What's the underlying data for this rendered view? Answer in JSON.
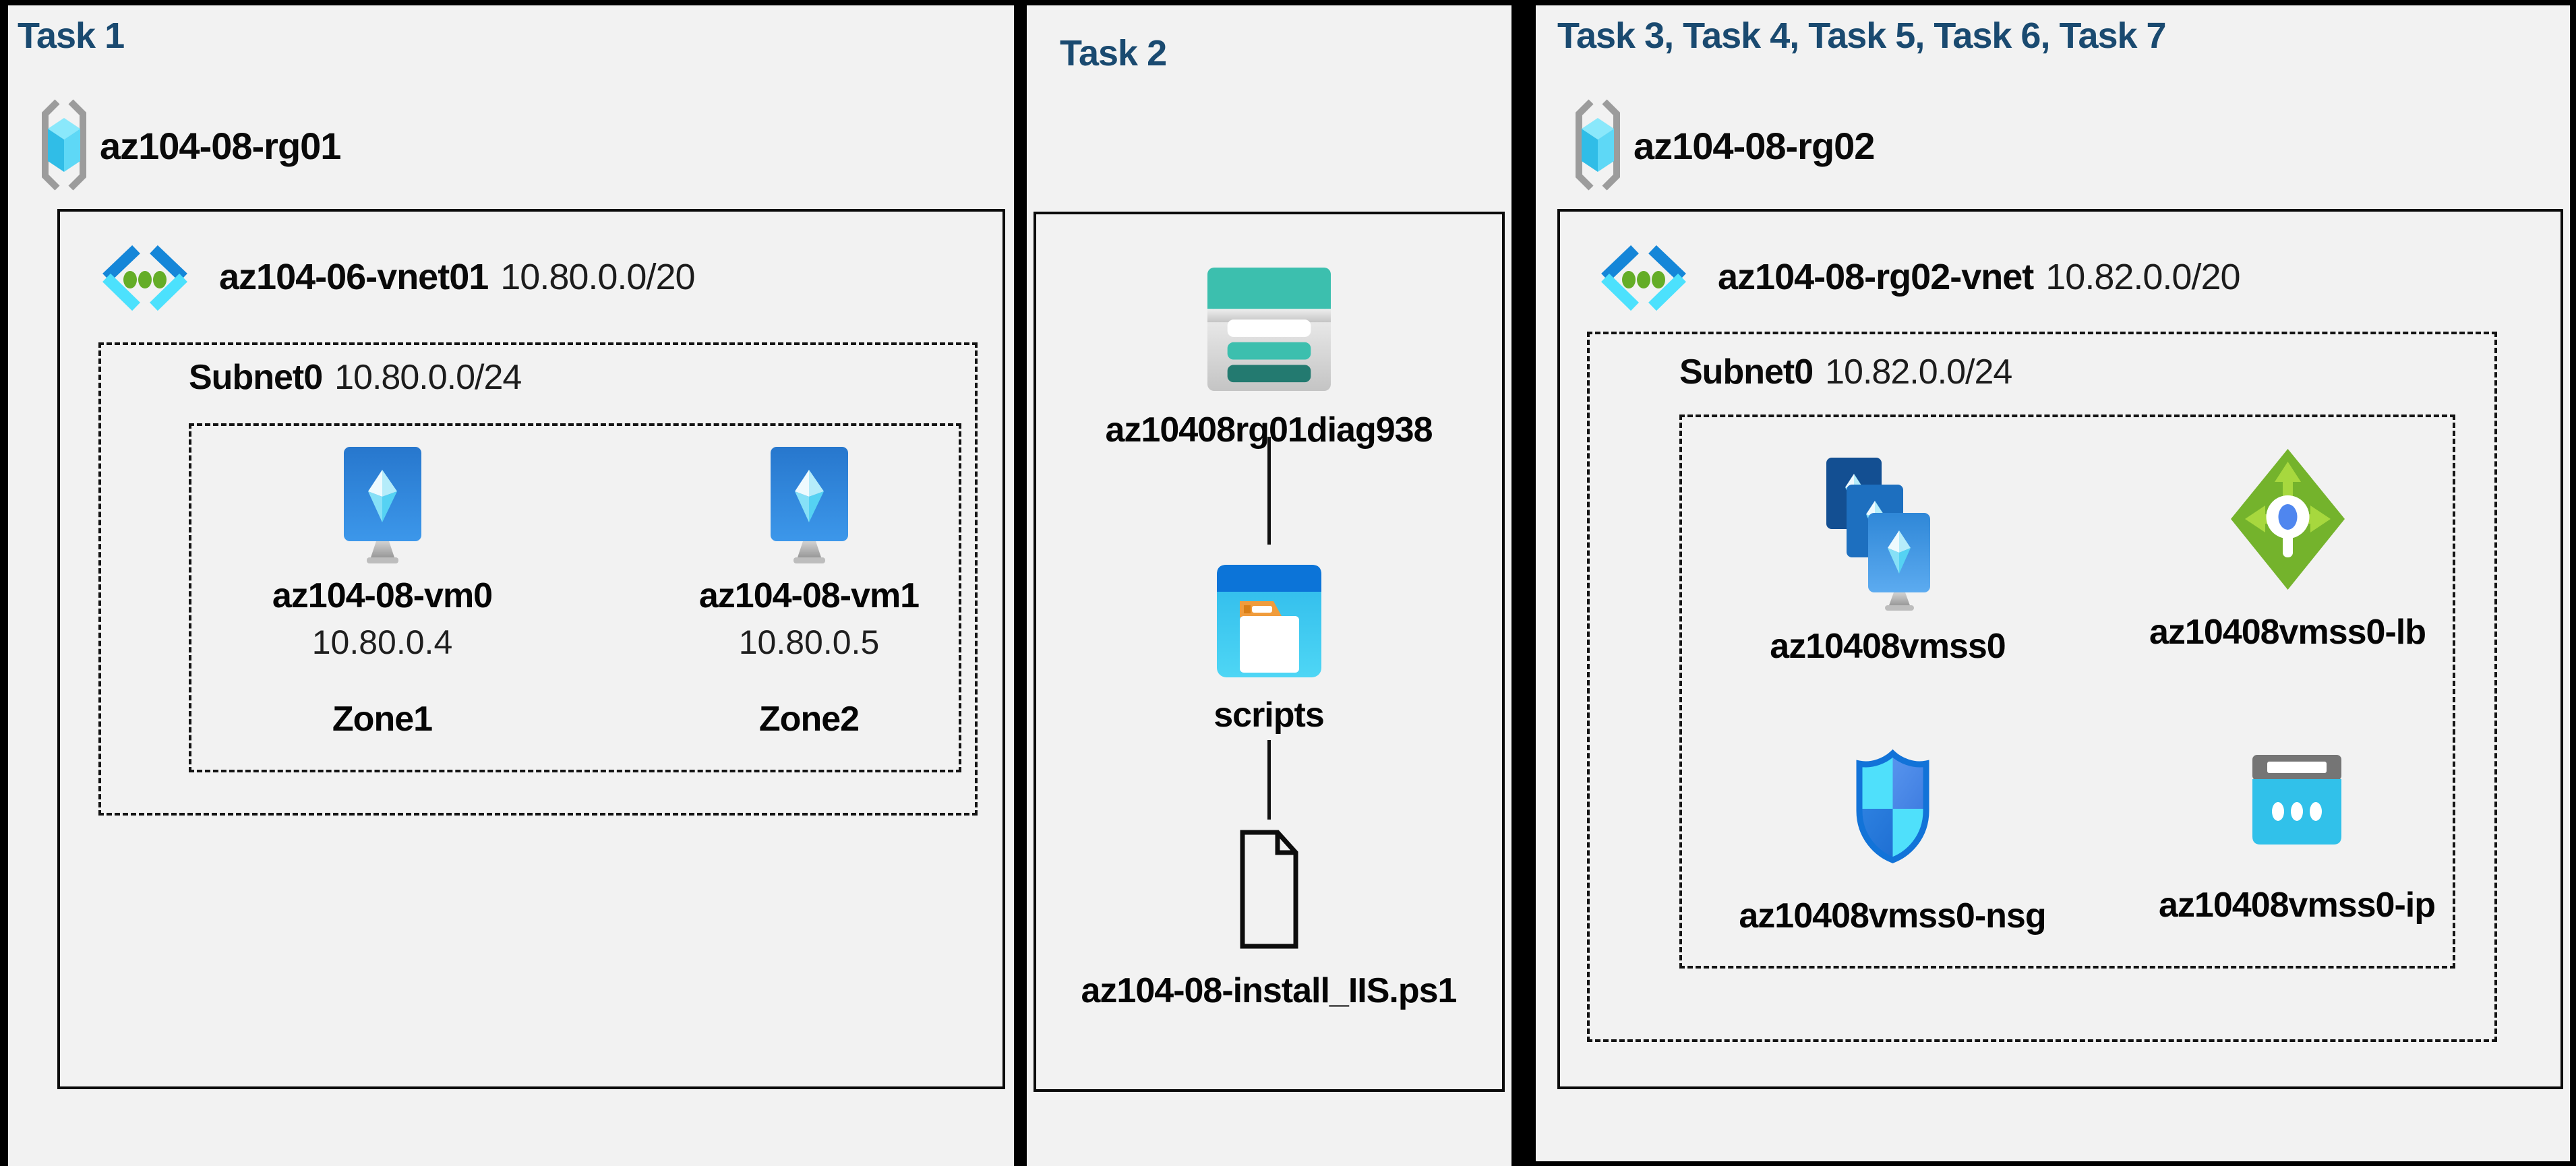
{
  "colors": {
    "background": "#000000",
    "panel": "#f2f2f2",
    "heading": "#1a4a70",
    "line": "#0d0d0d",
    "azure_blue": "#1586d8",
    "azure_cyan": "#4ce1fd",
    "green_dot": "#64ad27",
    "vm_blue": "#2777cd",
    "teal": "#3cbfae",
    "teal_dark": "#237a70",
    "container_blue": "#0c74d8",
    "container_cyan": "#35c8f0",
    "folder_orange": "#f09c3c",
    "lb_green": "#74b32c",
    "lb_green_light": "#a7d83e",
    "nsg_outline": "#1273d8",
    "nsg_cyan": "#4fe0fb",
    "nsg_blue": "#2077db",
    "ip_cyan": "#31c1ea",
    "ip_gray": "#757575",
    "bracket_gray": "#9c9c9c"
  },
  "panels": [
    {
      "title": "Task 1",
      "resource_group": {
        "name": "az104-08-rg01",
        "type": "resource-group"
      },
      "vnet": {
        "name": "az104-06-vnet01",
        "cidr": "10.80.0.0/20",
        "type": "virtual-network"
      },
      "subnet": {
        "name": "Subnet0",
        "cidr": "10.80.0.0/24"
      },
      "vms": [
        {
          "name": "az104-08-vm0",
          "ip": "10.80.0.4",
          "zone": "Zone1",
          "type": "virtual-machine"
        },
        {
          "name": "az104-08-vm1",
          "ip": "10.80.0.5",
          "zone": "Zone2",
          "type": "virtual-machine"
        }
      ]
    },
    {
      "title": "Task 2",
      "storage_account": {
        "name": "az10408rg01diag938",
        "type": "storage-account"
      },
      "container": {
        "name": "scripts",
        "type": "blob-container"
      },
      "script_file": {
        "name": "az104-08-install_IIS.ps1",
        "type": "powershell-script"
      }
    },
    {
      "title": "Task 3, Task 4, Task 5, Task 6, Task 7",
      "resource_group": {
        "name": "az104-08-rg02",
        "type": "resource-group"
      },
      "vnet": {
        "name": "az104-08-rg02-vnet",
        "cidr": "10.82.0.0/20",
        "type": "virtual-network"
      },
      "subnet": {
        "name": "Subnet0",
        "cidr": "10.82.0.0/24"
      },
      "resources": [
        {
          "name": "az10408vmss0",
          "type": "vm-scale-set"
        },
        {
          "name": "az10408vmss0-lb",
          "type": "load-balancer"
        },
        {
          "name": "az10408vmss0-nsg",
          "type": "network-security-group"
        },
        {
          "name": "az10408vmss0-ip",
          "type": "public-ip"
        }
      ]
    }
  ]
}
